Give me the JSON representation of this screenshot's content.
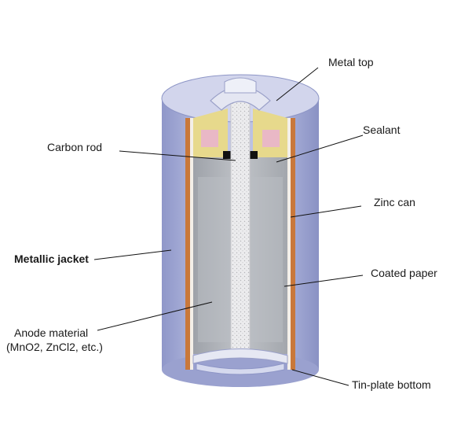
{
  "labels": {
    "metal_top": "Metal top",
    "sealant": "Sealant",
    "carbon_rod": "Carbon rod",
    "zinc_can": "Zinc can",
    "metallic_jacket": "Metallic jacket",
    "coated_paper": "Coated paper",
    "anode_material_line1": "Anode material",
    "anode_material_line2": "(MnO2, ZnCl2, etc.)",
    "tin_plate_bottom": "Tin-plate bottom"
  },
  "colors": {
    "jacket": "#b9bfe0",
    "jacket_shade": "#9ea6d2",
    "zinc": "#c9783a",
    "anode": "#a9adb4",
    "anode_light": "#c3c6cb",
    "rod": "#e8e8ea",
    "sealant": "#e7d98c",
    "pink_gap": "#e9b8c6"
  }
}
